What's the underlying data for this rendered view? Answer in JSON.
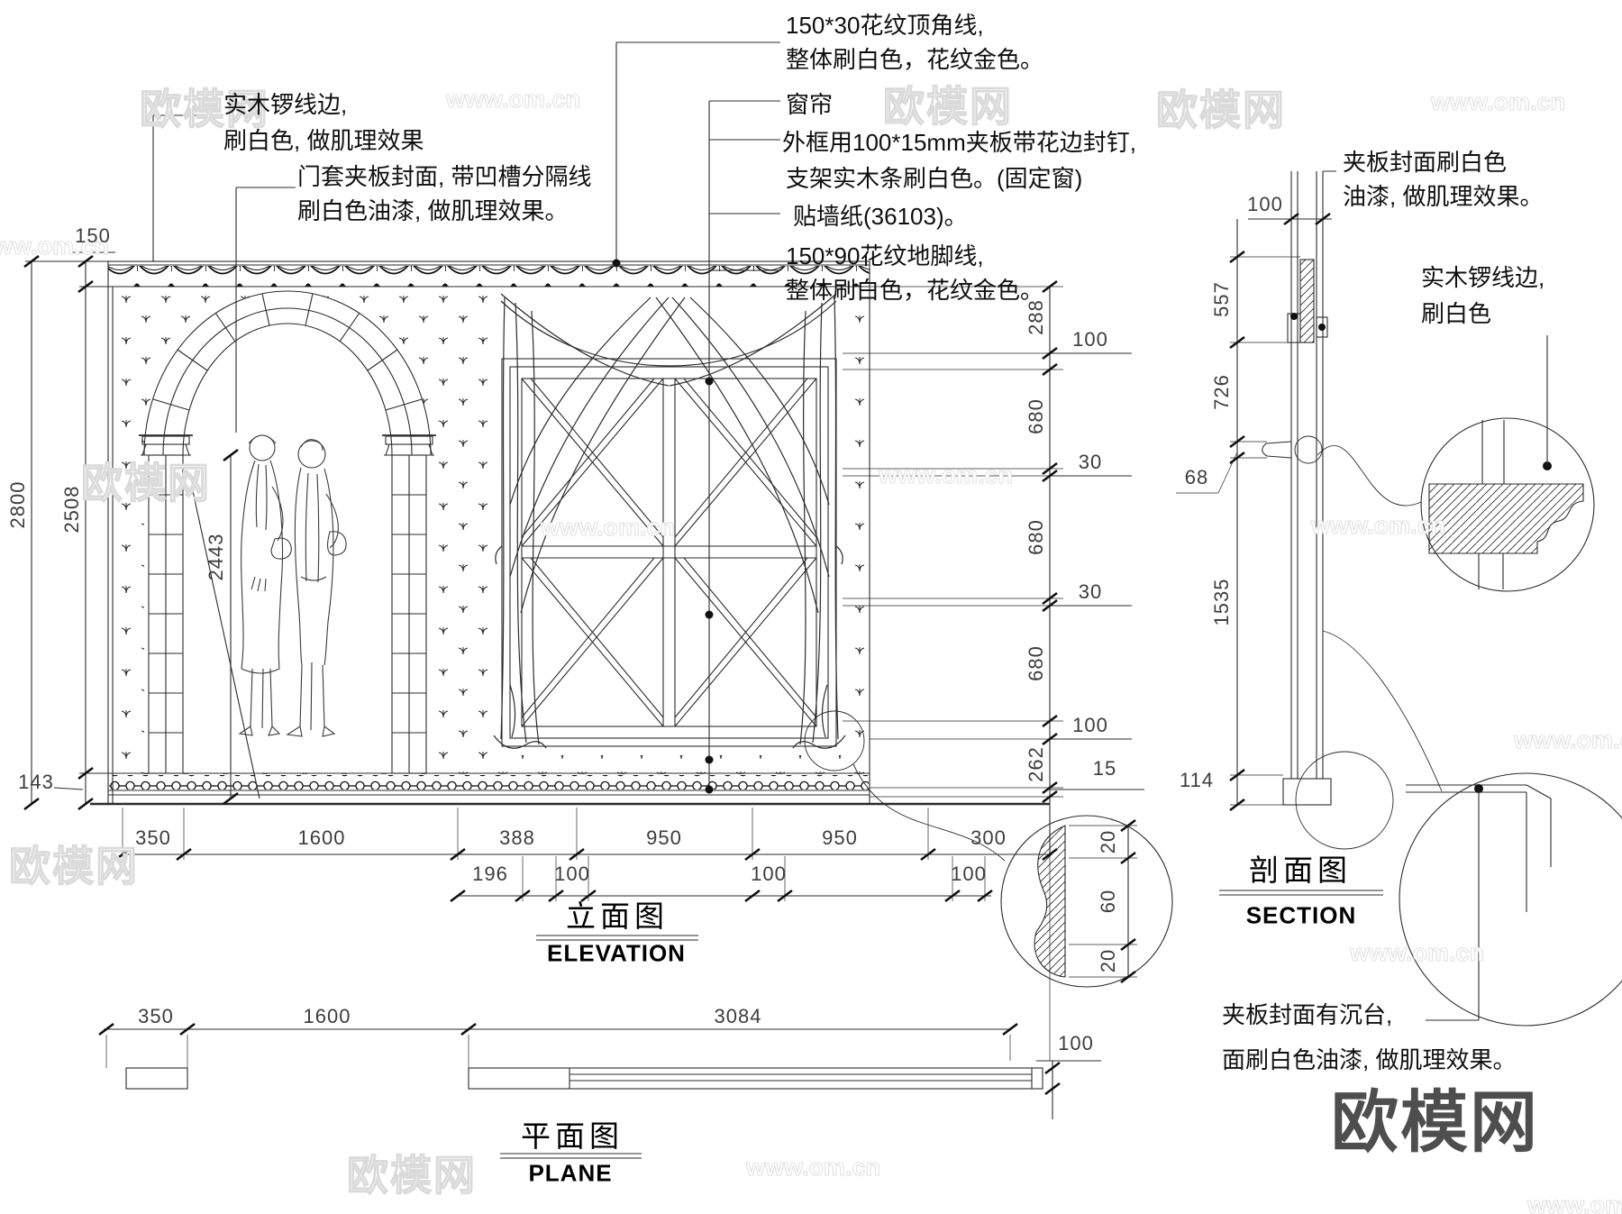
{
  "titles": {
    "elevation_cn": "立面图",
    "elevation_en": "ELEVATION",
    "section_cn": "剖面图",
    "section_en": "SECTION",
    "plan_cn": "平面图",
    "plan_en": "PLANE"
  },
  "annotations": {
    "wood_edge_left_1": "实木锣线边,",
    "wood_edge_left_2": "刷白色, 做肌理效果",
    "door_frame_1": "门套夹板封面, 带凹槽分隔线",
    "door_frame_2": "刷白色油漆, 做肌理效果。",
    "crown_1": "150*30花纹顶角线,",
    "crown_2": "整体刷白色，花纹金色。",
    "curtain": "窗帘",
    "window_frame_1": "外框用100*15mm夹板带花边封钉,",
    "window_frame_2": "支架实木条刷白色。(固定窗)",
    "wallpaper": "贴墙纸(36103)。",
    "skirting_1": "150*90花纹地脚线,",
    "skirting_2": "整体刷白色，花纹金色。",
    "panel_paint_1": "夹板封面刷白色",
    "panel_paint_2": "油漆, 做肌理效果。",
    "wood_edge_right_1": "实木锣线边,",
    "wood_edge_right_2": "刷白色",
    "sunk_panel_1": "夹板封面有沉台,",
    "sunk_panel_2": "面刷白色油漆, 做肌理效果。"
  },
  "dims": {
    "15": "15",
    "20": "20",
    "30": "30",
    "60": "60",
    "68": "68",
    "100": "100",
    "114": "114",
    "143": "143",
    "150": "150",
    "196": "196",
    "262": "262",
    "288": "288",
    "300": "300",
    "350": "350",
    "388": "388",
    "557": "557",
    "680": "680",
    "726": "726",
    "950": "950",
    "1535": "1535",
    "1600": "1600",
    "2443": "2443",
    "2508": "2508",
    "2800": "2800",
    "3084": "3084"
  },
  "watermarks": {
    "brand": "欧模网",
    "site": "www.om.cn"
  }
}
